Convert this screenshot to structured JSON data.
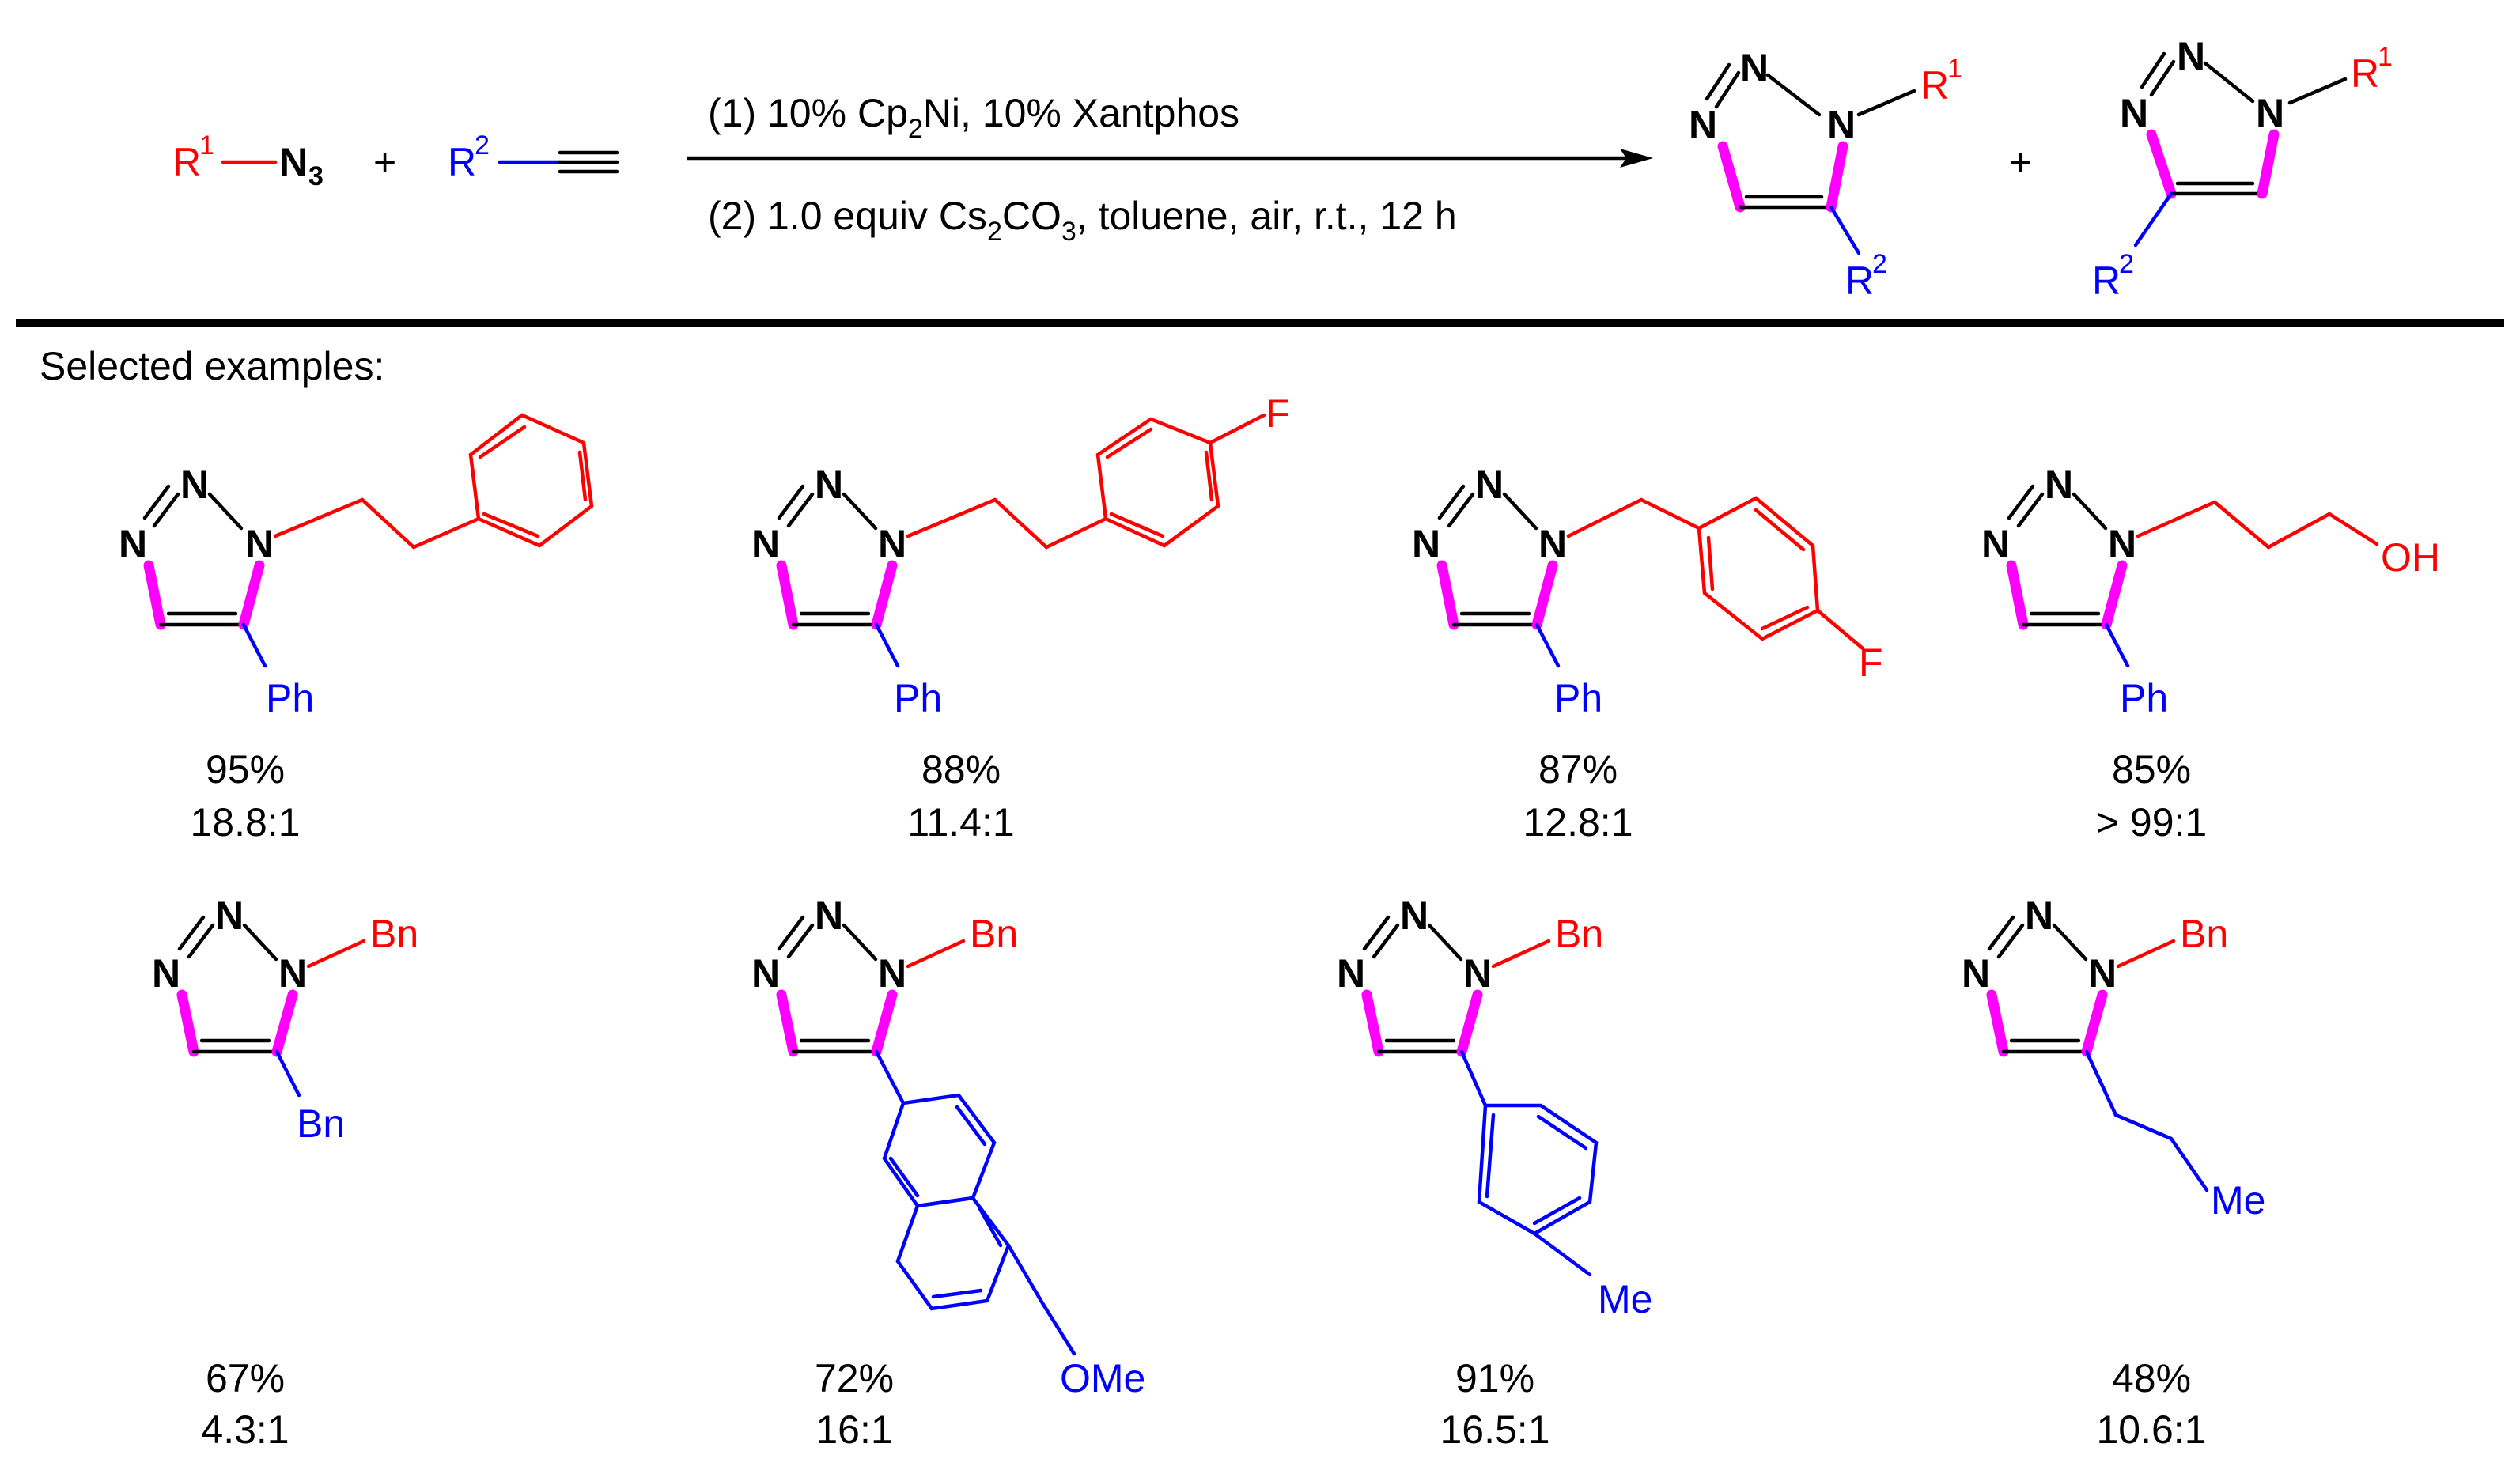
{
  "colors": {
    "r1_substituent": "#ff0000",
    "r2_substituent": "#0000ff",
    "new_bonds": "#ff00ff",
    "core": "#000000"
  },
  "reaction": {
    "azide": {
      "r": "R",
      "r_sup": "1",
      "n3": "N",
      "n3_sub": "3"
    },
    "plus": "+",
    "alkyne": {
      "r": "R",
      "r_sup": "2"
    },
    "condition1": {
      "a": "(1) 10% Cp",
      "a_sub": "2",
      "b": "Ni,  10% Xantphos"
    },
    "condition2": {
      "a": "(2) 1.0 equiv Cs",
      "a_sub": "2",
      "b": "CO",
      "b_sub": "3",
      "c": ", toluene, air, r.t., 12 h"
    },
    "product_15": {
      "n": "N",
      "r1": "R",
      "r1_sup": "1",
      "r2": "R",
      "r2_sup": "2"
    },
    "product_14": {
      "n": "N",
      "r1": "R",
      "r1_sup": "1",
      "r2": "R",
      "r2_sup": "2"
    }
  },
  "selected_label": "Selected examples:",
  "examples": [
    {
      "yield": "95%",
      "ratio": "18.8:1",
      "r2": "Ph"
    },
    {
      "yield": "88%",
      "ratio": "11.4:1",
      "r2": "Ph",
      "r1_atom": "F"
    },
    {
      "yield": "87%",
      "ratio": "12.8:1",
      "r2": "Ph",
      "r1_atom": "F"
    },
    {
      "yield": "85%",
      "ratio": "> 99:1",
      "r2": "Ph",
      "r1_atom": "OH"
    },
    {
      "yield": "67%",
      "ratio": "4.3:1",
      "r1": "Bn",
      "r2": "Bn"
    },
    {
      "yield": "72%",
      "ratio": "16:1",
      "r1": "Bn",
      "r2_atom": "OMe"
    },
    {
      "yield": "91%",
      "ratio": "16.5:1",
      "r1": "Bn",
      "r2_atom": "Me"
    },
    {
      "yield": "48%",
      "ratio": "10.6:1",
      "r1": "Bn",
      "r2_atom": "Me"
    }
  ],
  "n_atom": "N"
}
